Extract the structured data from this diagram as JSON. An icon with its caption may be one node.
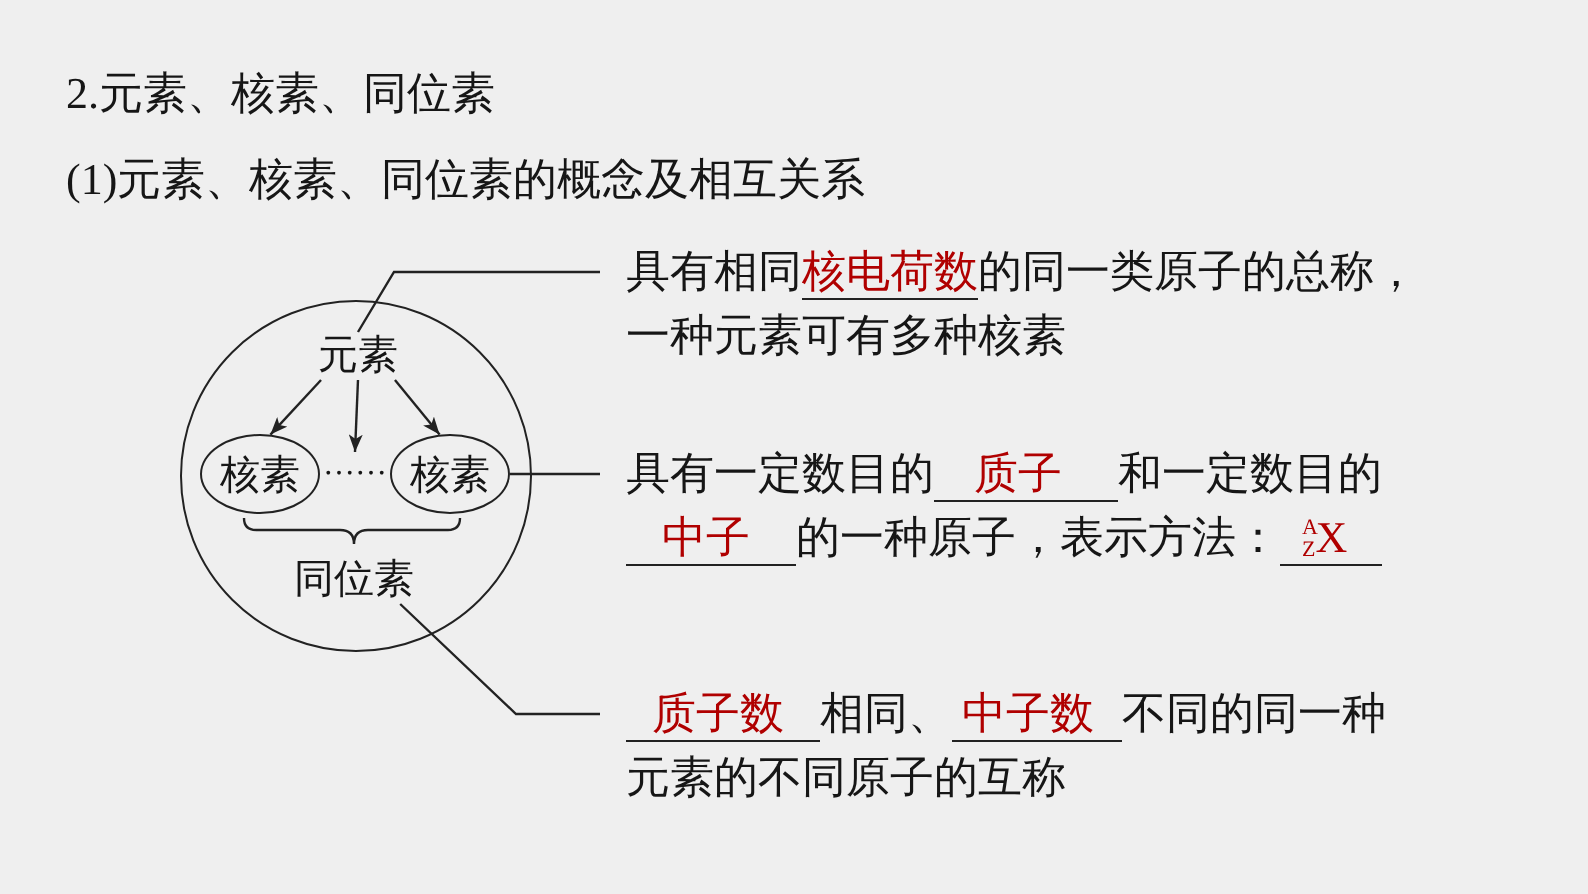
{
  "diagram": {
    "title": "2.元素、核素、同位素",
    "nodes": [
      {
        "text": [],
        "shape": "circle"
      },
      {
        "text": [
          "元素"
        ],
        "in": 0
      },
      {
        "text": [
          "核素"
        ],
        "in": 0
      },
      {
        "text": [
          "……"
        ],
        "in": 0
      },
      {
        "text": [
          "核素"
        ],
        "in": 0
      },
      {
        "text": [
          "同位素"
        ],
        "in": 0
      },
      {
        "text": [
          "具有相同",
          "核电荷数",
          "的同一类原子的总称，一种元素可有多种核素"
        ]
      },
      {
        "text": [
          "具有一定数目的",
          "质子",
          "和一定数目的",
          "中子",
          "的一种原子，表示方法：",
          "$^{A}$$_{Z}$X"
        ]
      },
      {
        "text": [
          "质子数",
          "相同、",
          "中子数",
          "不同的同一种元素的不同原子的互称"
        ]
      }
    ],
    "edges": [
      {
        "from": 1,
        "to": 2,
        "arrow": "to"
      },
      {
        "from": 1,
        "to": 4,
        "arrow": "to"
      },
      {
        "from": 1,
        "to": 3,
        "arrow": "to"
      },
      {
        "from": 1,
        "to": 6,
        "arrow": "none"
      },
      {
        "from": 4,
        "to": 7,
        "arrow": "none"
      },
      {
        "from": 5,
        "to": 8,
        "arrow": "none"
      }
    ],
    "labels": [
      "(1)元素、核素、同位素的概念及相互关系"
    ]
  }
}
